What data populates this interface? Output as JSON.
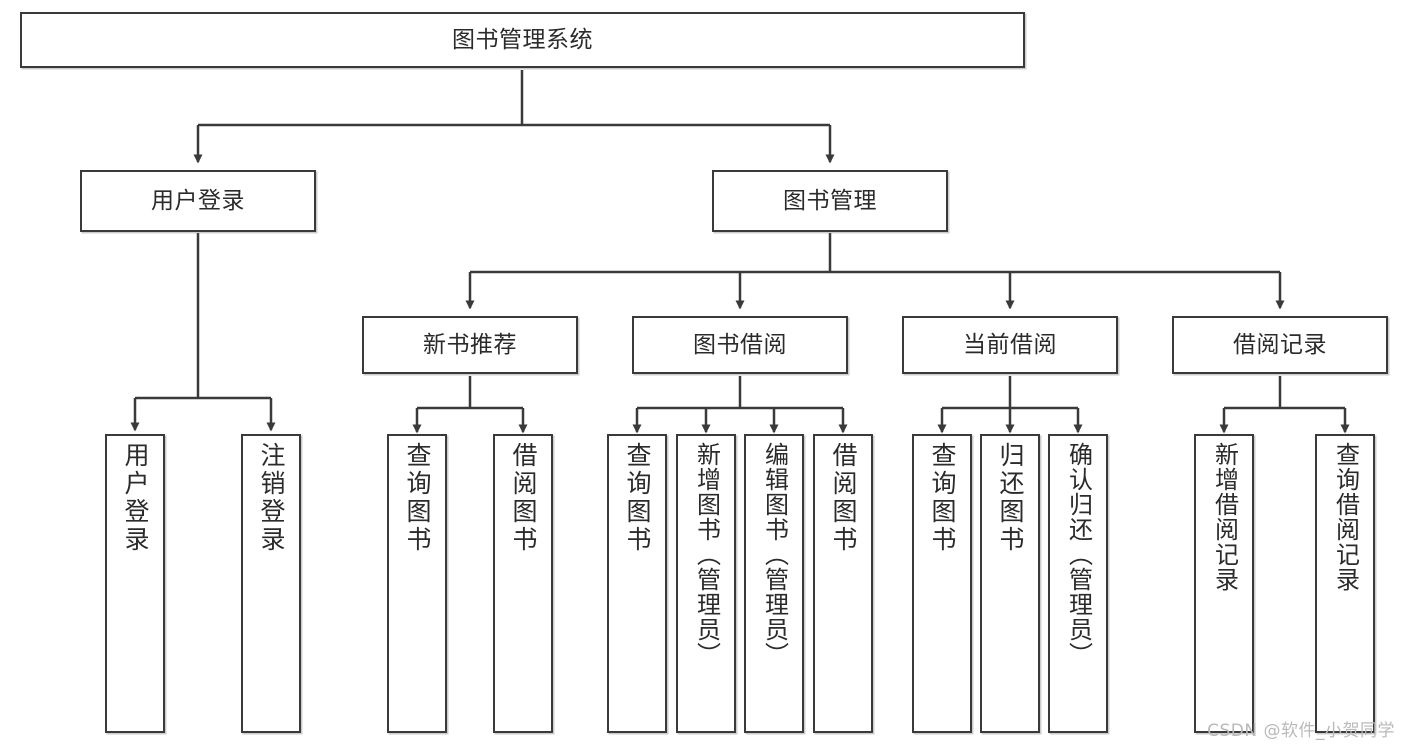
{
  "diagram": {
    "title": "图书管理系统",
    "type": "tree-hierarchy",
    "watermark": "CSDN @软件_小贺同学",
    "colors": {
      "stroke": "#3a3a3a",
      "fill": "#ffffff",
      "text": "#2b2b2b",
      "watermark": "#b9b9b9"
    }
  },
  "nodes": {
    "root": {
      "label": "图书管理系统"
    },
    "level2": [
      {
        "id": "user-login",
        "label": "用户登录"
      },
      {
        "id": "book-manage",
        "label": "图书管理"
      }
    ],
    "level3": [
      {
        "id": "new-book-recommend",
        "label": "新书推荐"
      },
      {
        "id": "book-borrow",
        "label": "图书借阅"
      },
      {
        "id": "current-borrow",
        "label": "当前借阅"
      },
      {
        "id": "borrow-record",
        "label": "借阅记录"
      }
    ],
    "leaves": {
      "user_login": [
        {
          "id": "leaf-user-login",
          "label": "用户登录"
        },
        {
          "id": "leaf-logout",
          "label": "注销登录"
        }
      ],
      "new_book_recommend": [
        {
          "id": "leaf-query-book-1",
          "label": "查询图书"
        },
        {
          "id": "leaf-borrow-book-1",
          "label": "借阅图书"
        }
      ],
      "book_borrow": [
        {
          "id": "leaf-query-book-2",
          "label": "查询图书"
        },
        {
          "id": "leaf-add-book",
          "label": "新增图书（管理员）"
        },
        {
          "id": "leaf-edit-book",
          "label": "编辑图书（管理员）"
        },
        {
          "id": "leaf-borrow-book-2",
          "label": "借阅图书"
        }
      ],
      "current_borrow": [
        {
          "id": "leaf-query-book-3",
          "label": "查询图书"
        },
        {
          "id": "leaf-return-book",
          "label": "归还图书"
        },
        {
          "id": "leaf-confirm-return",
          "label": "确认归还（管理员）"
        }
      ],
      "borrow_record": [
        {
          "id": "leaf-add-record",
          "label": "新增借阅记录"
        },
        {
          "id": "leaf-query-record",
          "label": "查询借阅记录"
        }
      ]
    }
  }
}
